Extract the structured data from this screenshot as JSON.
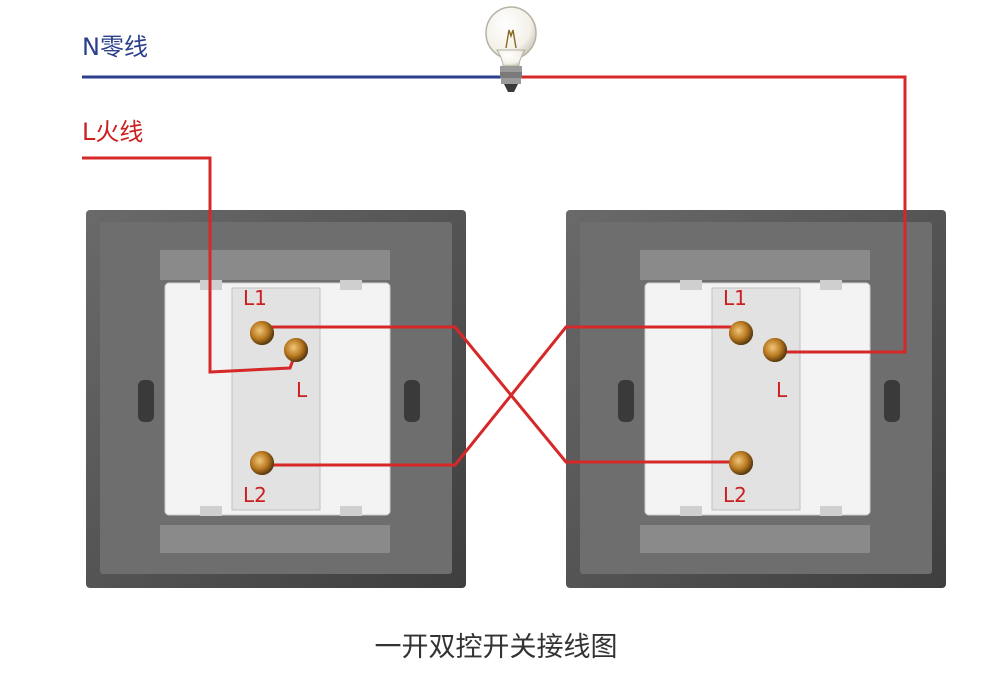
{
  "labels": {
    "neutral": "N零线",
    "live": "L火线"
  },
  "switch_left": {
    "l1": "L1",
    "l": "L",
    "l2": "L2"
  },
  "switch_right": {
    "l1": "L1",
    "l": "L",
    "l2": "L2"
  },
  "caption": "一开双控开关接线图",
  "colors": {
    "neutral_wire": "#2b3f8c",
    "live_wire": "#d62828",
    "panel_dark": "#505050",
    "panel_mid": "#777777",
    "module_white": "#f2f2f2",
    "terminal_gold": "#c98c2a",
    "label_red": "#cc1f1f",
    "neutral_label": "#2b3f8c"
  },
  "icons": [
    "light-bulb-icon",
    "terminal-screw-icon"
  ]
}
